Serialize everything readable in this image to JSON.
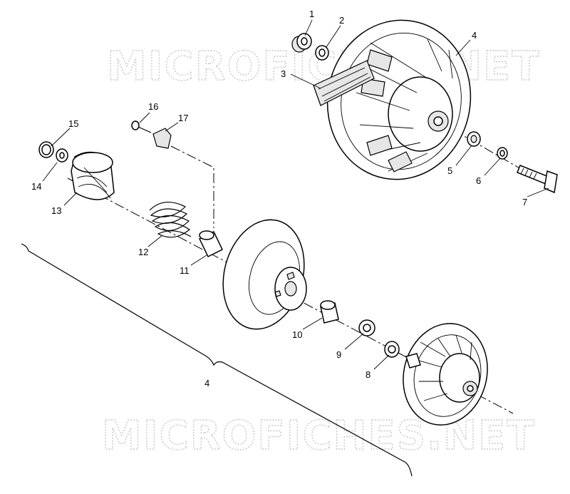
{
  "watermark_top": "MICROFICHES.NET",
  "watermark_bottom": "MICROFICHES.NET",
  "callouts": {
    "c1": "1",
    "c2": "2",
    "c3": "3",
    "c4": "4",
    "c5": "5",
    "c6": "6",
    "c7": "7",
    "c8": "8",
    "c9": "9",
    "c10": "10",
    "c11": "11",
    "c12": "12",
    "c13": "13",
    "c14": "14",
    "c15": "15",
    "c16": "16",
    "c17": "17",
    "c4_assembly": "4"
  }
}
